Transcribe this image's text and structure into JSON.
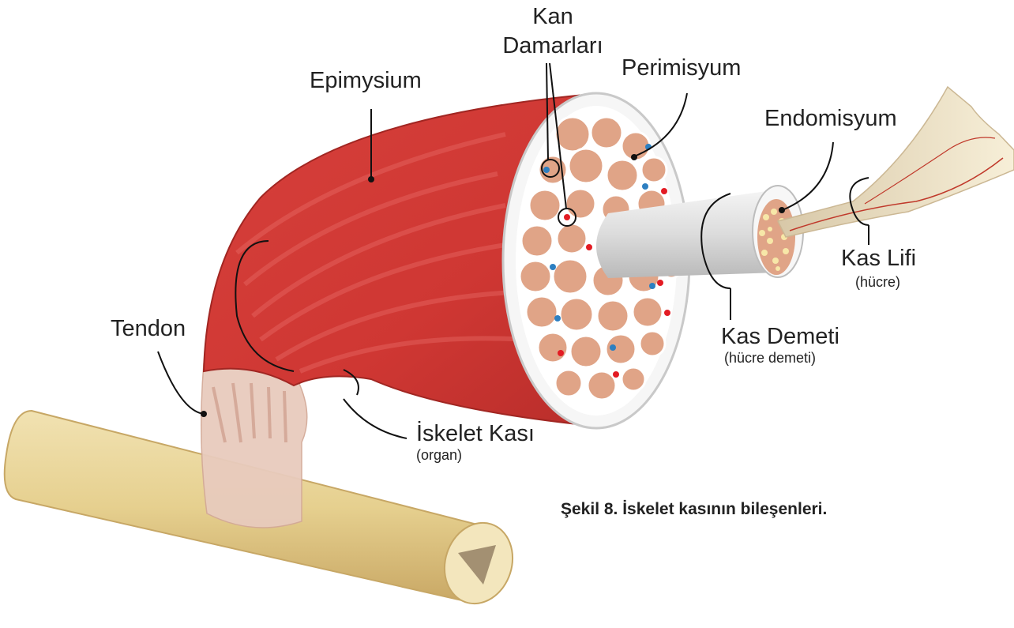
{
  "labels": {
    "kan": "Kan",
    "damarlari": "Damarları",
    "epimysium": "Epimysium",
    "perimisyum": "Perimisyum",
    "endomisyum": "Endomisyum",
    "kas_lifi": "Kas Lifi",
    "kas_lifi_sub": "(hücre)",
    "kas_demeti": "Kas Demeti",
    "kas_demeti_sub": "(hücre demeti)",
    "tendon": "Tendon",
    "iskelet_kasi": "İskelet Kası",
    "iskelet_kasi_sub": "(organ)"
  },
  "caption": "Şekil 8. İskelet kasının bileşenleri.",
  "colors": {
    "muscle": "#d9433e",
    "muscle_dark": "#b8302c",
    "fascicle": "#e0a487",
    "sheath": "#f2f2f2",
    "bone": "#e8d49a",
    "tendon": "#e6c6b8",
    "vessel_red": "#e31b23",
    "vessel_blue": "#2d7fc1"
  }
}
